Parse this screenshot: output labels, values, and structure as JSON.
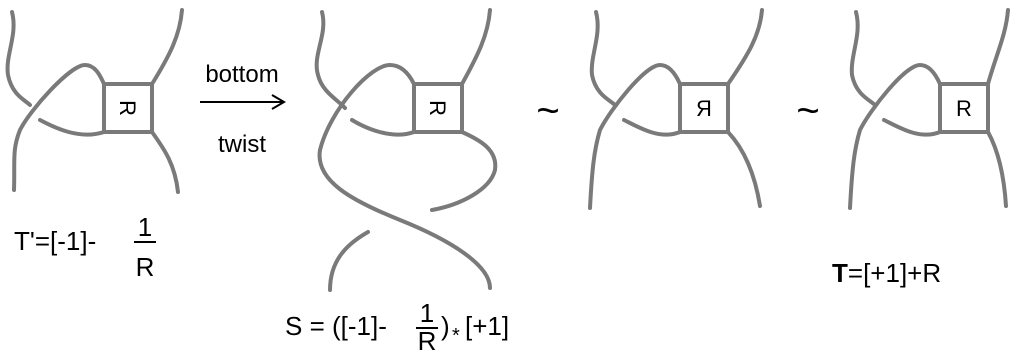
{
  "tangles": [
    {
      "name": "T-prime",
      "box_label": "R",
      "box_label_style": "rotated-90"
    },
    {
      "name": "S",
      "box_label": "R",
      "box_label_style": "rotated-90"
    },
    {
      "name": "mirror",
      "box_label": "Я",
      "box_label_style": "upright"
    },
    {
      "name": "T",
      "box_label": "R",
      "box_label_style": "upright"
    }
  ],
  "arrow": {
    "top_label": "bottom",
    "bottom_label": "twist"
  },
  "equivalence_symbol": "~",
  "formulas": {
    "t_prime": {
      "prefix": "T'=[-1]-",
      "frac_num": "1",
      "frac_den": "R"
    },
    "s": {
      "prefix": "S = ([-1]-",
      "frac_num": "1",
      "frac_den": "R",
      "suffix": ")",
      "star": "*",
      "tail": "[+1]"
    },
    "t": {
      "bold": "T",
      "rest": "=[+1]+R"
    }
  },
  "colors": {
    "strand": "#7a7a7a",
    "text": "#000000",
    "background": "#ffffff"
  }
}
